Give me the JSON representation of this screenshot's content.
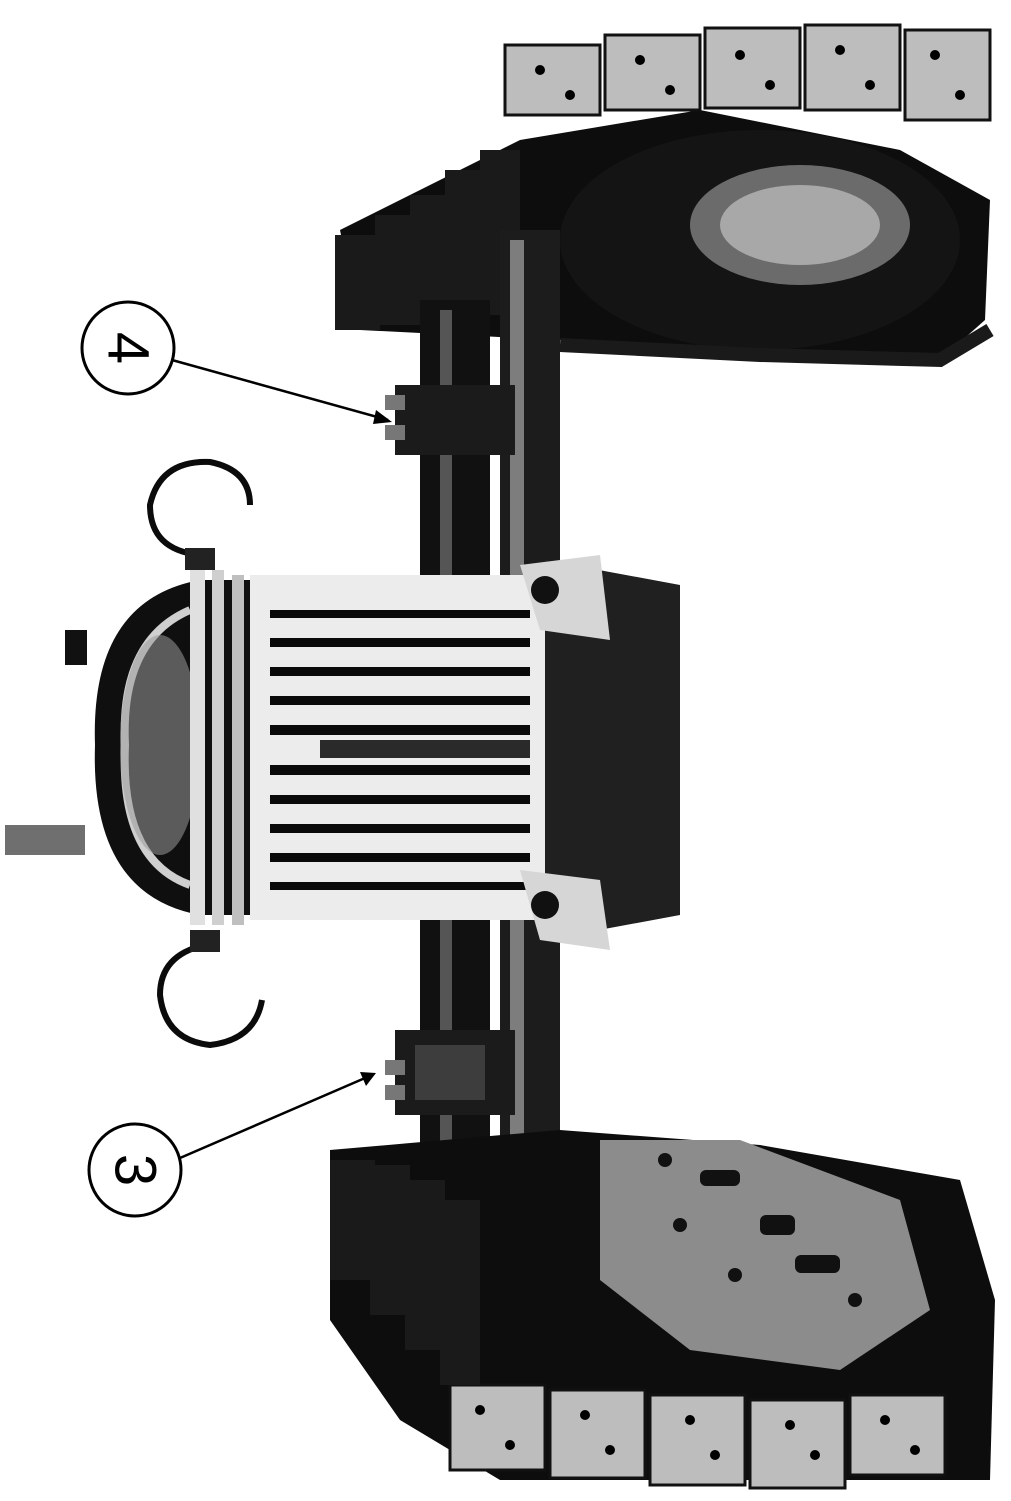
{
  "image": {
    "orientation": "rotated-90-clockwise",
    "callouts": [
      {
        "id": "callout-4",
        "label": "4"
      },
      {
        "id": "callout-3",
        "label": "3"
      }
    ]
  },
  "colors": {
    "background": "#ffffff",
    "ink": "#000000",
    "metal_light": "#d9d9d9",
    "metal_mid": "#8a8a8a",
    "shadow": "#0a0a0a"
  }
}
